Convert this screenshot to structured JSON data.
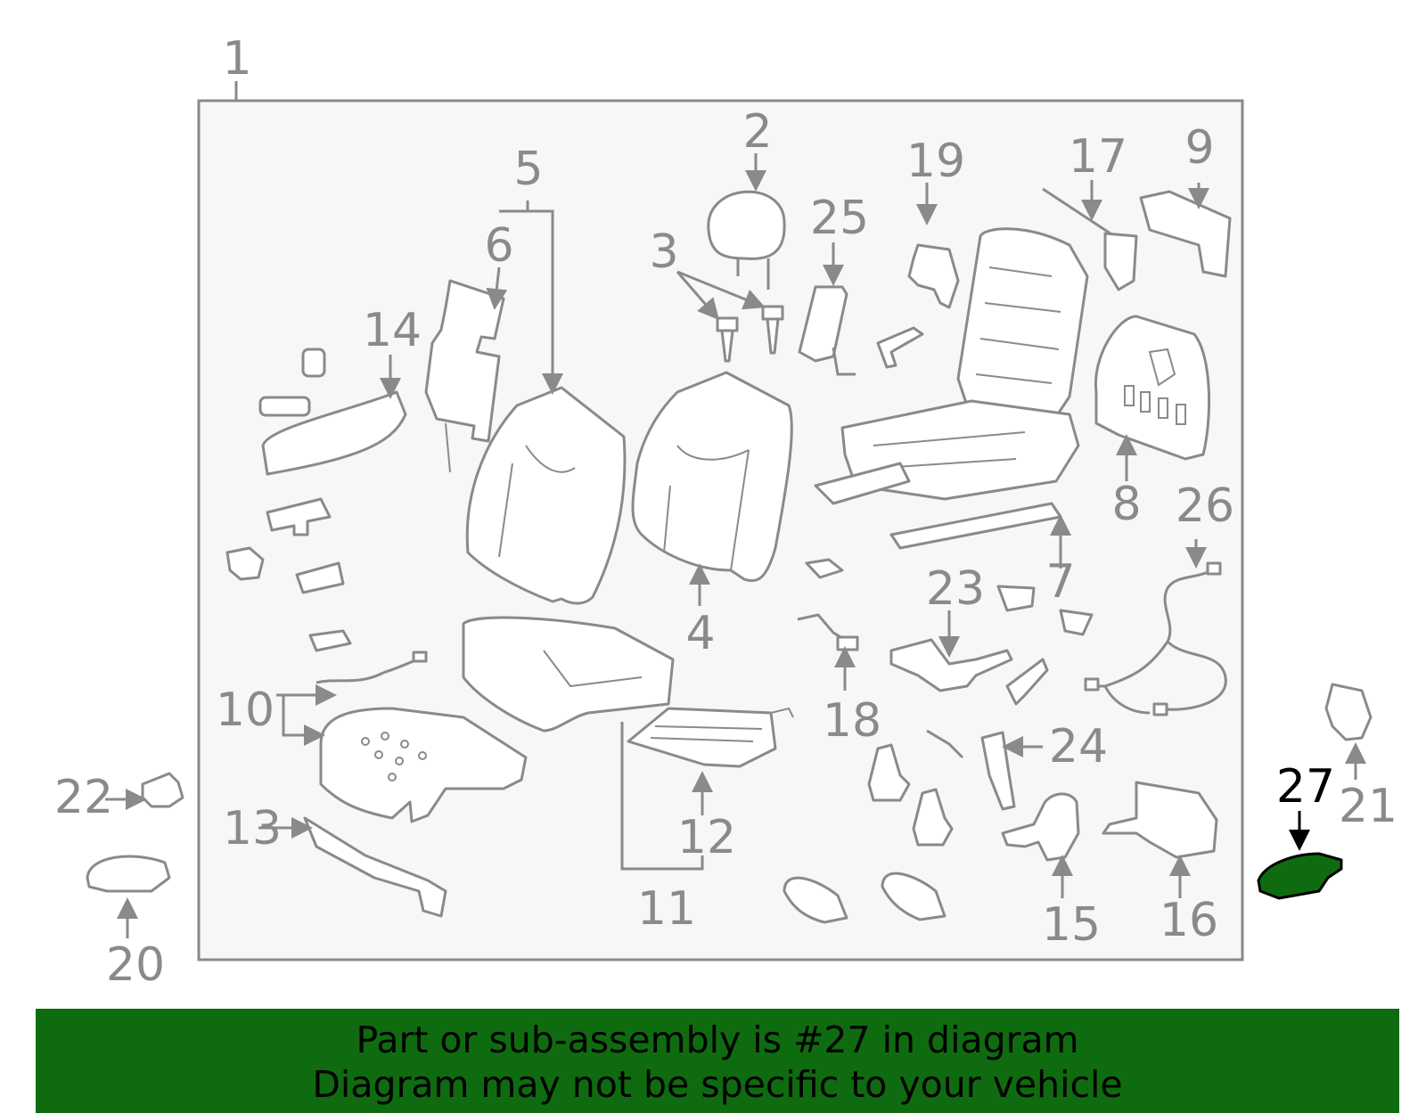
{
  "diagram": {
    "callouts": [
      "1",
      "2",
      "3",
      "4",
      "5",
      "6",
      "7",
      "8",
      "9",
      "10",
      "11",
      "12",
      "13",
      "14",
      "15",
      "16",
      "17",
      "18",
      "19",
      "20",
      "21",
      "22",
      "23",
      "24",
      "25",
      "26",
      "27"
    ],
    "highlighted_part": "27"
  },
  "banner": {
    "line1": "Part or sub-assembly is #27 in diagram",
    "line2": "Diagram may not be specific to your vehicle"
  },
  "colors": {
    "banner_background": "#0f6b0f",
    "highlight_part": "#0f6b0f",
    "line_art": "#8a8a8a",
    "frame_fill": "#f7f7f7"
  }
}
